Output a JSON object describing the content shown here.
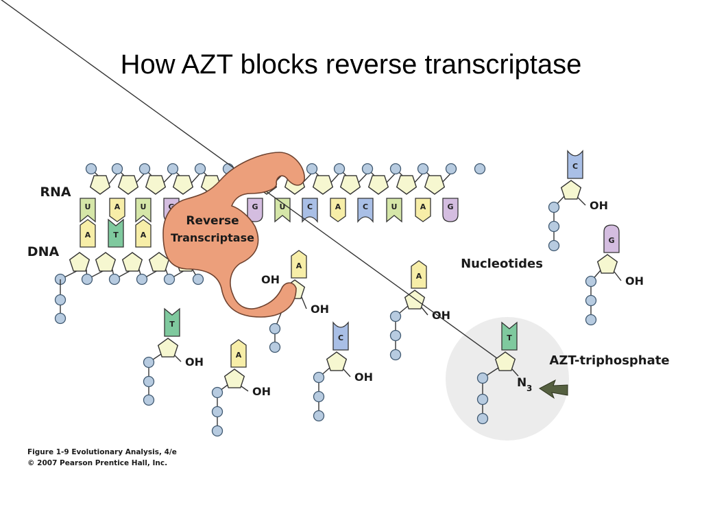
{
  "title": "How AZT blocks reverse transcriptase",
  "colors": {
    "phosphate_fill": "#b7cbe0",
    "phosphate_stroke": "#3f5870",
    "sugar_fill": "#f6f7d0",
    "enzyme": "#ec9f7b",
    "A": "#f7eea8",
    "U": "#d5e6a8",
    "T": "#7fc99e",
    "C": "#a9bfe6",
    "G": "#d4bde0",
    "azt_halo": "#ececec",
    "arrow": "#556040"
  },
  "labels": {
    "rna": "RNA",
    "dna": "DNA",
    "enzyme_line1": "Reverse",
    "enzyme_line2": "Transcriptase",
    "nucleotides": "Nucleotides",
    "azt": "AZT-triphosphate",
    "oh": "OH",
    "n3_main": "N",
    "n3_sub": "3"
  },
  "rna_bases": [
    "U",
    "A",
    "U",
    "G",
    "G",
    "U",
    "C",
    "A",
    "C",
    "U",
    "A",
    "G"
  ],
  "dna_bases": [
    "A",
    "T",
    "A"
  ],
  "free_nucleotides": [
    "A",
    "T",
    "A",
    "C",
    "A",
    "C",
    "G"
  ],
  "azt_base": "T",
  "credit": {
    "line1": "Figure 1-9  Evolutionary Analysis, 4/e",
    "line2": "© 2007 Pearson Prentice Hall, Inc."
  }
}
